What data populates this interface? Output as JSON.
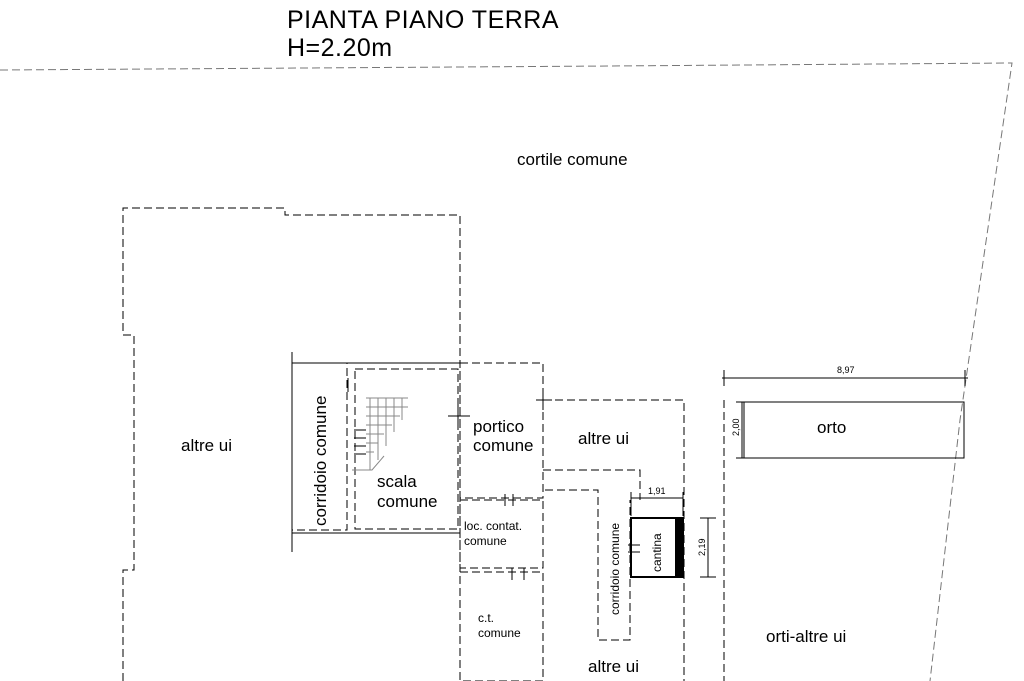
{
  "title": {
    "line1": "PIANTA PIANO TERRA",
    "line2": "H=2.20m"
  },
  "rooms": {
    "cortile": "cortile comune",
    "altre_ui_left": "altre ui",
    "corridoio_left": "corridoio comune",
    "scala_1": "scala",
    "scala_2": "comune",
    "portico_1": "portico",
    "portico_2": "comune",
    "altre_ui_center": "altre ui",
    "loc_1": "loc. contat.",
    "loc_2": "comune",
    "ct_1": "c.t.",
    "ct_2": "comune",
    "corridoio_center": "corridoio comune",
    "cantina": "cantina",
    "altre_ui_bottom": "altre ui",
    "orto": "orto",
    "orti_altre": "orti-altre ui"
  },
  "dimensions": {
    "orto_width": "8,97",
    "orto_depth": "2,00",
    "cantina_width": "1,91",
    "cantina_depth": "2,19"
  }
}
